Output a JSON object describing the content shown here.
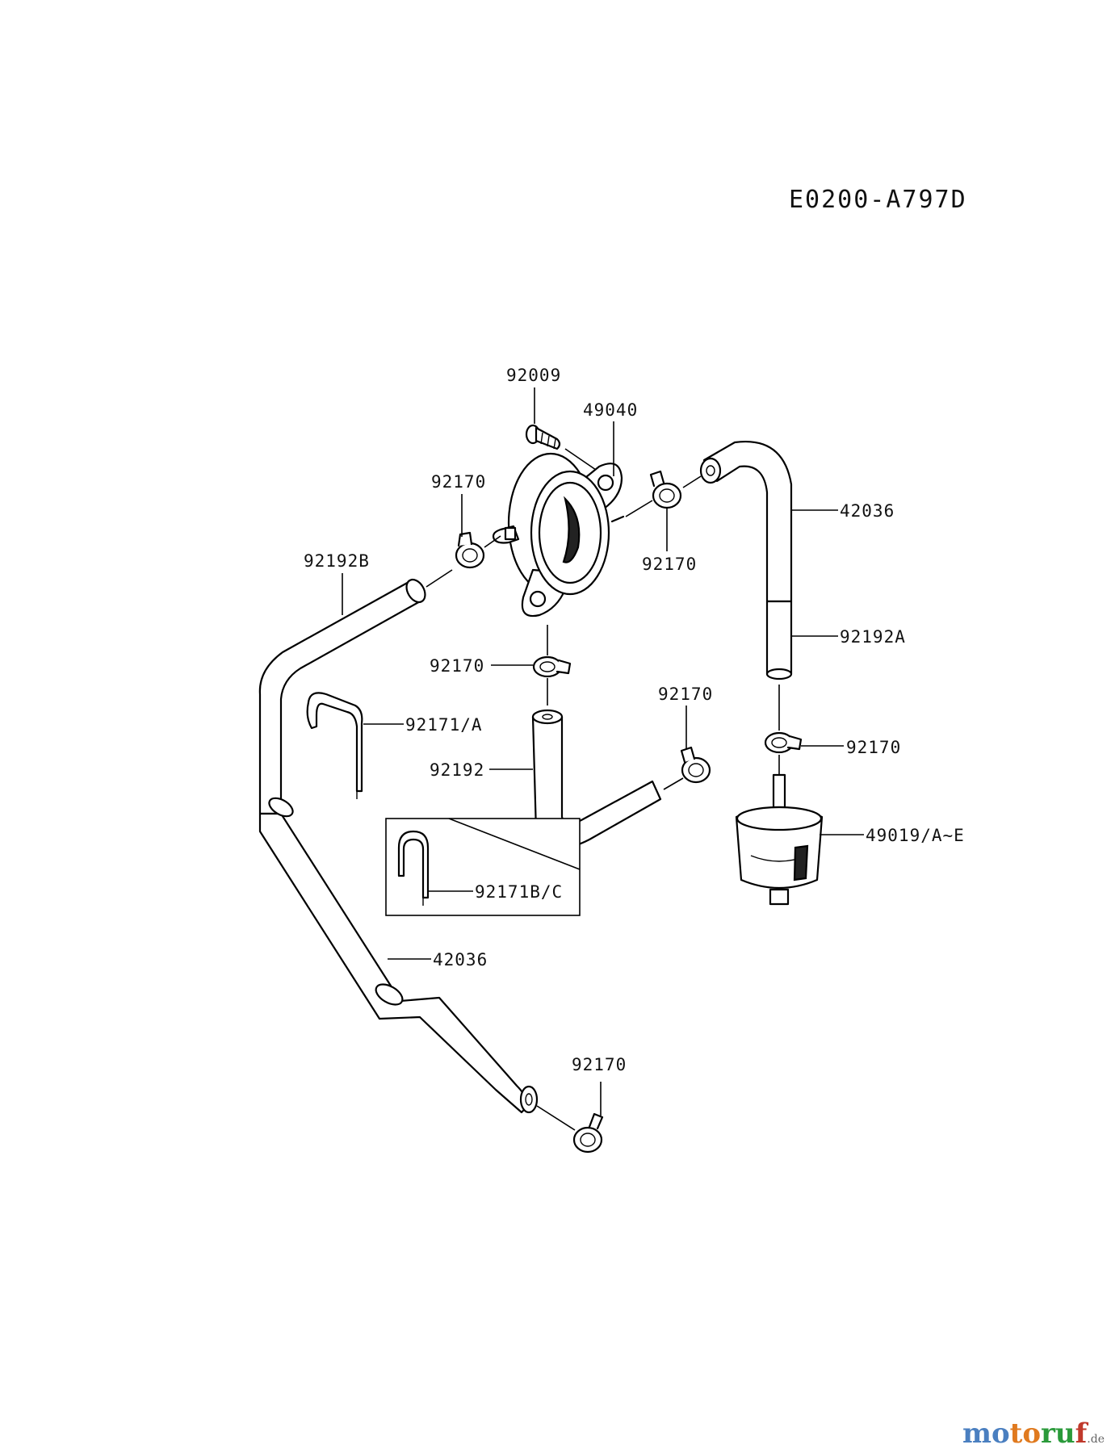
{
  "diagram_code": "E0200-A797D",
  "labels": {
    "screw": "92009",
    "fuel_pump": "49040",
    "clamp_top_left": "92170",
    "clamp_top_right": "92170",
    "hose_top_right": "42036",
    "hose_left": "92192B",
    "hose_right": "92192A",
    "clamp_below_pump": "92170",
    "clip_a": "92171/A",
    "clamp_mid": "92170",
    "hose_mid": "92192",
    "clamp_filter": "92170",
    "filter": "49019/A~E",
    "clip_bc": "92171B/C",
    "hose_long": "42036",
    "clamp_bottom": "92170"
  },
  "watermark": {
    "part1": "mo",
    "part2": "to",
    "part3": "ru",
    "part4": "f",
    "suffix": ".de"
  }
}
